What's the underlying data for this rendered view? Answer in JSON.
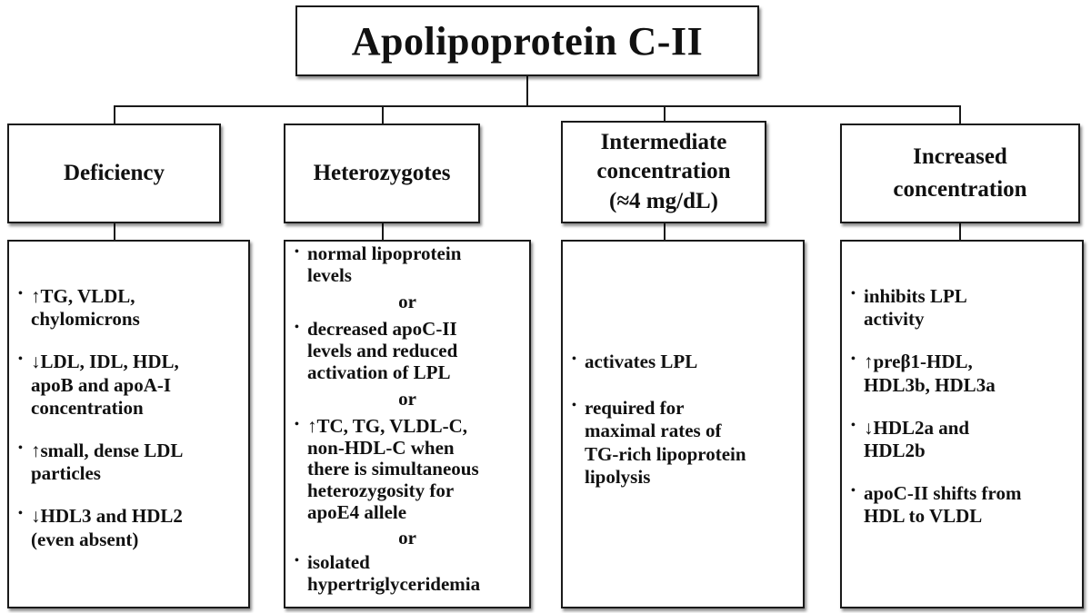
{
  "title": "Apolipoprotein C-II",
  "columns": [
    {
      "heading": [
        "Deficiency"
      ],
      "items": [
        {
          "type": "bullet",
          "lines": [
            "↑TG, VLDL,",
            "chylomicrons"
          ]
        },
        {
          "type": "bullet",
          "lines": [
            "↓LDL, IDL, HDL,",
            "apoB and apoA-I",
            "concentration"
          ]
        },
        {
          "type": "bullet",
          "lines": [
            "↑small, dense LDL",
            "particles"
          ]
        },
        {
          "type": "bullet",
          "lines": [
            "↓HDL3 and HDL2",
            "(even absent)"
          ]
        }
      ]
    },
    {
      "heading": [
        "Heterozygotes"
      ],
      "items": [
        {
          "type": "bullet",
          "lines": [
            "normal lipoprotein",
            "levels"
          ]
        },
        {
          "type": "or",
          "text": "or"
        },
        {
          "type": "bullet",
          "lines": [
            "decreased apoC-II",
            "levels and reduced",
            "activation of LPL"
          ]
        },
        {
          "type": "or",
          "text": "or"
        },
        {
          "type": "bullet",
          "lines": [
            "↑TC, TG, VLDL-C,",
            "non-HDL-C when",
            "there is simultaneous",
            "heterozygosity for",
            "apoE4 allele"
          ]
        },
        {
          "type": "or",
          "text": "or"
        },
        {
          "type": "bullet",
          "lines": [
            "isolated",
            "hypertriglyceridemia"
          ]
        }
      ]
    },
    {
      "heading": [
        "Intermediate",
        "concentration",
        "(≈4 mg/dL)"
      ],
      "items": [
        {
          "type": "bullet",
          "lines": [
            "activates LPL"
          ]
        },
        {
          "type": "bullet",
          "lines": [
            "required for",
            "maximal rates of",
            "TG-rich lipoprotein",
            "lipolysis"
          ]
        }
      ]
    },
    {
      "heading": [
        "Increased",
        "concentration"
      ],
      "items": [
        {
          "type": "bullet",
          "lines": [
            "inhibits LPL",
            "activity"
          ]
        },
        {
          "type": "bullet",
          "lines": [
            "↑preβ1-HDL,",
            "HDL3b, HDL3a"
          ]
        },
        {
          "type": "bullet",
          "lines": [
            "↓HDL2a and",
            "HDL2b"
          ]
        },
        {
          "type": "bullet",
          "lines": [
            "apoC-II shifts from",
            "HDL to VLDL"
          ]
        }
      ]
    }
  ]
}
